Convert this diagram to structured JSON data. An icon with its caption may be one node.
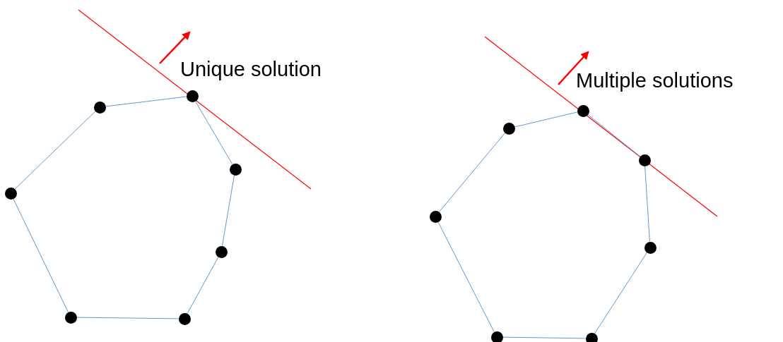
{
  "diagram": {
    "nodes": [
      {
        "text": [],
        "shape": "circle"
      },
      {
        "text": [],
        "shape": "circle"
      },
      {
        "text": [],
        "shape": "circle"
      },
      {
        "text": [],
        "shape": "circle"
      },
      {
        "text": [],
        "shape": "circle"
      },
      {
        "text": [],
        "shape": "circle"
      },
      {
        "text": [],
        "shape": "circle"
      },
      {
        "text": [],
        "shape": "circle"
      },
      {
        "text": [],
        "shape": "circle"
      },
      {
        "text": [],
        "shape": "circle"
      },
      {
        "text": [],
        "shape": "circle"
      },
      {
        "text": [],
        "shape": "circle"
      },
      {
        "text": [],
        "shape": "circle"
      },
      {
        "text": [],
        "shape": "circle"
      }
    ],
    "edges": [
      {
        "from": 0,
        "to": 1,
        "arrow": "none"
      },
      {
        "from": 1,
        "to": 2,
        "arrow": "none"
      },
      {
        "from": 2,
        "to": 3,
        "arrow": "none"
      },
      {
        "from": 3,
        "to": 4,
        "arrow": "none"
      },
      {
        "from": 4,
        "to": 5,
        "arrow": "none"
      },
      {
        "from": 5,
        "to": 6,
        "arrow": "none"
      },
      {
        "from": 6,
        "to": 0,
        "arrow": "none"
      },
      {
        "from": 7,
        "to": 8,
        "arrow": "none"
      },
      {
        "from": 8,
        "to": 9,
        "arrow": "none"
      },
      {
        "from": 9,
        "to": 10,
        "arrow": "none"
      },
      {
        "from": 10,
        "to": 11,
        "arrow": "none"
      },
      {
        "from": 11,
        "to": 12,
        "arrow": "none"
      },
      {
        "from": 12,
        "to": 13,
        "arrow": "none"
      },
      {
        "from": 13,
        "to": 7,
        "arrow": "none"
      }
    ],
    "labels": [
      "Unique solution",
      "Multiple solutions"
    ]
  }
}
